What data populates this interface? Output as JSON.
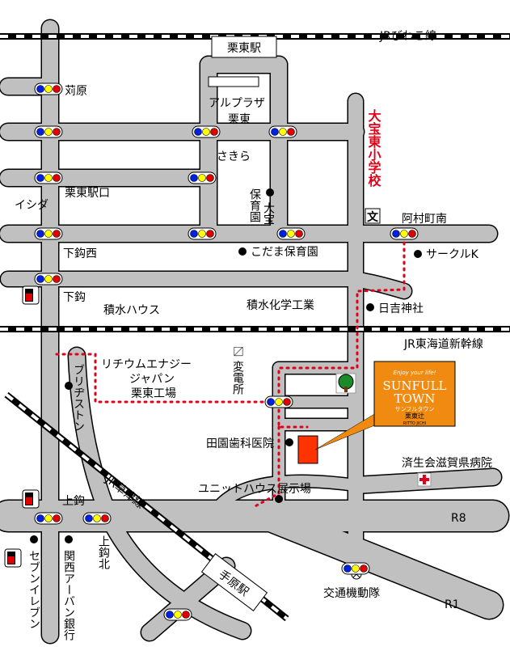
{
  "map": {
    "stations": {
      "rittou": "栗東駅",
      "tehara": "手原駅"
    },
    "railways": {
      "biwako": "JRびわこ線",
      "shinkansen": "JR東海道新幹線",
      "kusatsu": "JR草津線"
    },
    "routes": {
      "r8": "R8",
      "r1": "R1"
    },
    "labels": {
      "magarihara": "苅原",
      "alplaza1": "アルプラザ",
      "alplaza2": "栗東",
      "sakira": "さきら",
      "rittou_eki_guchi": "栗東駅口",
      "ishida": "イシダ",
      "hoikuen": "保育園",
      "daiho": "大宝",
      "school": "大宝東小学校",
      "school_symbol": "文",
      "amura": "阿村町南",
      "kodama": "こだま保育園",
      "circlek": "サークルK",
      "shimomagari_nishi": "下鈎西",
      "shimomagari": "下鈎",
      "sekisui_house": "積水ハウス",
      "sekisui_chem": "積水化学工業",
      "hiyoshi": "日吉神社",
      "lithium1": "リチウムエナジー",
      "lithium2": "ジャパン",
      "lithium3": "栗東工場",
      "substation_symbol": "〼",
      "substation": "変電所",
      "bridgestone": "ブリヂストン",
      "dental": "田園歯科医院",
      "hospital": "済生会滋賀県病院",
      "unithouse": "ユニットハウス展示場",
      "kamimagari": "上鈎",
      "kamimagari_kita": "上鈎北",
      "seven": "セブンイレブン",
      "kansai_bank": "関西アーバン銀行",
      "police": "交通機動隊"
    },
    "logo": {
      "tagline": "Enjoy your life!",
      "name1": "SUNFULL",
      "name2": "TOWN",
      "kana": "サンフルタウン",
      "place": "栗東辻",
      "sub": "RITTO JICHI"
    },
    "colors": {
      "road": "#c0c0c0",
      "route": "#e0001a",
      "target": "#ff3300",
      "logo": "#f08a10",
      "tree": "#1a8a2a"
    }
  }
}
